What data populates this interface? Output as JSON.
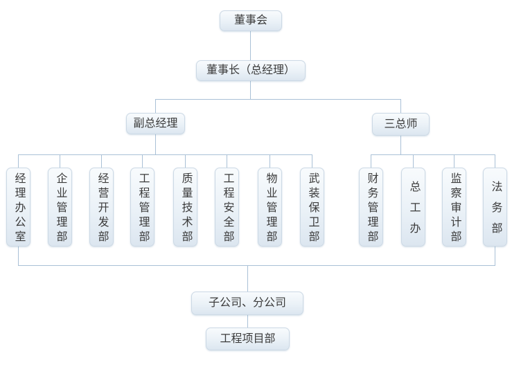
{
  "org": {
    "board": {
      "label": "董事会"
    },
    "chairman": {
      "label": "董事长（总经理）"
    },
    "deputy_gm": {
      "label": "副总经理",
      "departments": [
        {
          "label": "经理办公室"
        },
        {
          "label": "企业管理部"
        },
        {
          "label": "经营开发部"
        },
        {
          "label": "工程管理部"
        },
        {
          "label": "质量技术部"
        },
        {
          "label": "工程安全部"
        },
        {
          "label": "物业管理部"
        },
        {
          "label": "武装保卫部"
        }
      ]
    },
    "three_chiefs": {
      "label": "三总师",
      "departments": [
        {
          "label": "财务管理部"
        },
        {
          "label": "总工办"
        },
        {
          "label": "监察审计部"
        },
        {
          "label": "法务部"
        }
      ]
    },
    "subsidiaries": {
      "label": "子公司、分公司"
    },
    "project_dept": {
      "label": "工程项目部"
    }
  },
  "colors": {
    "background": "#ffffff",
    "node_fill_top": "#f8fbfd",
    "node_fill_bottom": "#dce6f0",
    "node_border": "#ccd9e5",
    "connector": "#a9c0d6",
    "text": "#3b3b3b"
  }
}
